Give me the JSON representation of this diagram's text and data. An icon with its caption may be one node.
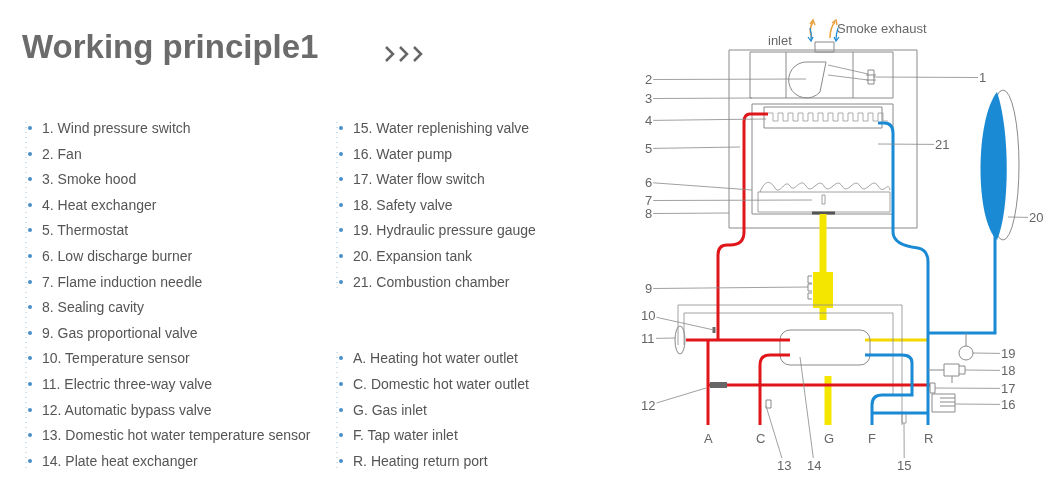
{
  "diagram": {
    "title": "Working principle1",
    "nodes": [
      {
        "text": [
          "1"
        ]
      },
      {
        "text": [
          "2"
        ]
      },
      {
        "text": [
          "3"
        ]
      },
      {
        "text": [
          "4"
        ]
      },
      {
        "text": [
          "5"
        ]
      },
      {
        "text": [
          "6"
        ]
      },
      {
        "text": [
          "7"
        ]
      },
      {
        "text": [
          "8"
        ]
      },
      {
        "text": [
          "9"
        ]
      },
      {
        "text": [
          "10"
        ]
      },
      {
        "text": [
          "11"
        ]
      },
      {
        "text": [
          "12"
        ]
      },
      {
        "text": [
          "13"
        ]
      },
      {
        "text": [
          "14"
        ]
      },
      {
        "text": [
          "15"
        ]
      },
      {
        "text": [
          "16"
        ]
      },
      {
        "text": [
          "17"
        ]
      },
      {
        "text": [
          "18"
        ]
      },
      {
        "text": [
          "19"
        ]
      },
      {
        "text": [
          "20"
        ]
      },
      {
        "text": [
          "21"
        ]
      }
    ],
    "edges": [
      {
        "from": 0,
        "to": null,
        "arrow": "none"
      },
      {
        "from": 1,
        "to": null,
        "arrow": "none"
      },
      {
        "from": 2,
        "to": null,
        "arrow": "none"
      },
      {
        "from": 3,
        "to": null,
        "arrow": "none"
      },
      {
        "from": 4,
        "to": null,
        "arrow": "none"
      },
      {
        "from": 5,
        "to": null,
        "arrow": "none"
      },
      {
        "from": 6,
        "to": null,
        "arrow": "none"
      },
      {
        "from": 7,
        "to": null,
        "arrow": "none"
      },
      {
        "from": 8,
        "to": null,
        "arrow": "none"
      },
      {
        "from": 9,
        "to": null,
        "arrow": "none"
      },
      {
        "from": 10,
        "to": null,
        "arrow": "none"
      },
      {
        "from": 11,
        "to": null,
        "arrow": "none"
      },
      {
        "from": 12,
        "to": null,
        "arrow": "none"
      },
      {
        "from": 13,
        "to": null,
        "arrow": "none"
      },
      {
        "from": 14,
        "to": null,
        "arrow": "none"
      },
      {
        "from": 15,
        "to": null,
        "arrow": "none"
      },
      {
        "from": 16,
        "to": null,
        "arrow": "none"
      },
      {
        "from": 17,
        "to": null,
        "arrow": "none"
      },
      {
        "from": 18,
        "to": null,
        "arrow": "none"
      },
      {
        "from": 19,
        "to": null,
        "arrow": "none"
      },
      {
        "from": 20,
        "to": null,
        "arrow": "none"
      }
    ],
    "labels": [
      "1. Wind pressure switch",
      "2. Fan",
      "3. Smoke hood",
      "4. Heat exchanger",
      "5. Thermostat",
      "6. Low discharge burner",
      "7. Flame induction needle",
      "8. Sealing cavity",
      "9. Gas proportional valve",
      "10. Temperature sensor",
      "11. Electric three-way valve",
      "12. Automatic bypass valve",
      "13. Domestic hot water temperature sensor",
      "14. Plate heat exchanger",
      "15. Water replenishing valve",
      "16. Water pump",
      "17. Water flow switch",
      "18. Safety valve",
      "19. Hydraulic pressure gauge",
      "20. Expansion tank",
      "21. Combustion chamber",
      "A. Heating hot water outlet",
      "C. Domestic hot water outlet",
      "G. Gas inlet",
      "F. Tap water inlet",
      "R. Heating return port",
      "inlet",
      "Smoke exhaust",
      "A",
      "C",
      "G",
      "F",
      "R"
    ]
  }
}
